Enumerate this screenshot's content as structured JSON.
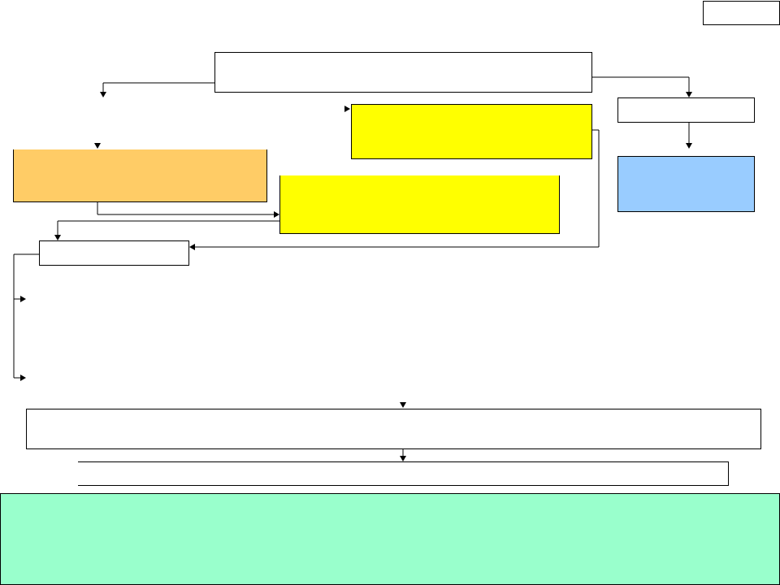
{
  "diagram": {
    "colors": {
      "background": "#ffffff",
      "border": "#000000",
      "connector": "#000000",
      "orange": "#ffcc66",
      "yellow": "#ffff00",
      "blue": "#99ccff",
      "green": "#99ffcc",
      "white": "#ffffff"
    },
    "nodes": [
      {
        "id": "corner-tag",
        "label": "",
        "fill": "white"
      },
      {
        "id": "top-box",
        "label": "",
        "fill": "white"
      },
      {
        "id": "right-small-box",
        "label": "",
        "fill": "white"
      },
      {
        "id": "yellow-box-upper",
        "label": "",
        "fill": "yellow"
      },
      {
        "id": "orange-box",
        "label": "",
        "fill": "orange"
      },
      {
        "id": "yellow-box-lower",
        "label": "",
        "fill": "yellow"
      },
      {
        "id": "blue-box",
        "label": "",
        "fill": "blue"
      },
      {
        "id": "left-small-box",
        "label": "",
        "fill": "white"
      },
      {
        "id": "wide-box",
        "label": "",
        "fill": "white"
      },
      {
        "id": "narrow-bar",
        "label": "",
        "fill": "white"
      },
      {
        "id": "green-panel",
        "label": "",
        "fill": "green"
      }
    ]
  }
}
